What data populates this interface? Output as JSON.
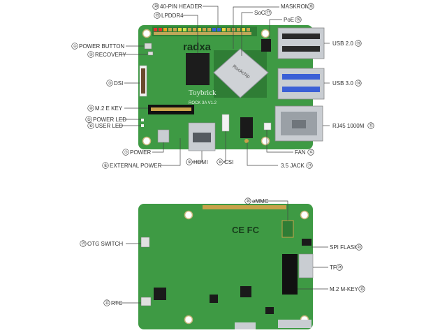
{
  "labels": [
    {
      "n": "①",
      "text": "POWER BUTTON"
    },
    {
      "n": "②",
      "text": "RECOVERY"
    },
    {
      "n": "③",
      "text": "DSI"
    },
    {
      "n": "④",
      "text": "M.2 E KEY"
    },
    {
      "n": "⑤",
      "text": "POWER LED"
    },
    {
      "n": "⑥",
      "text": "USER LED"
    },
    {
      "n": "⑦",
      "text": "POWER"
    },
    {
      "n": "⑧",
      "text": "EXTERNAL POWER"
    },
    {
      "n": "⑨",
      "text": "HDMI"
    },
    {
      "n": "⑩",
      "text": "CSI"
    },
    {
      "n": "⑪",
      "text": "3.5 JACK"
    },
    {
      "n": "⑫",
      "text": "FAN"
    },
    {
      "n": "⑬",
      "text": "RJ45 1000M"
    },
    {
      "n": "⑭",
      "text": "USB 3.0"
    },
    {
      "n": "⑮",
      "text": "USB 2.0"
    },
    {
      "n": "⑯",
      "text": "PoE"
    },
    {
      "n": "⑰",
      "text": "SoC"
    },
    {
      "n": "⑱",
      "text": "MASKROM"
    },
    {
      "n": "⑲",
      "text": "LPDDR4"
    },
    {
      "n": "⑳",
      "text": "40-PIN HEADER"
    },
    {
      "n": "㉑",
      "text": "OTG SWITCH"
    },
    {
      "n": "㉒",
      "text": "RTC"
    },
    {
      "n": "㉓",
      "text": "M.2 M-KEY"
    },
    {
      "n": "㉔",
      "text": "TF"
    },
    {
      "n": "㉕",
      "text": "SPI FLASH"
    },
    {
      "n": "㉖",
      "text": "eMMC"
    }
  ],
  "board": {
    "brand": "radxa",
    "brand_mark": "Toybrick",
    "model": "ROCK 3A V1.2",
    "soc_mark": "Rockchip",
    "cert_marks": "CE FC"
  },
  "colors": {
    "pcb": "#3e9a44",
    "pcb_dark": "#2f7d35",
    "metal": "#c9cdd2",
    "usb3_blue": "#3b5fd6",
    "header_gold": "#c8a24a"
  }
}
